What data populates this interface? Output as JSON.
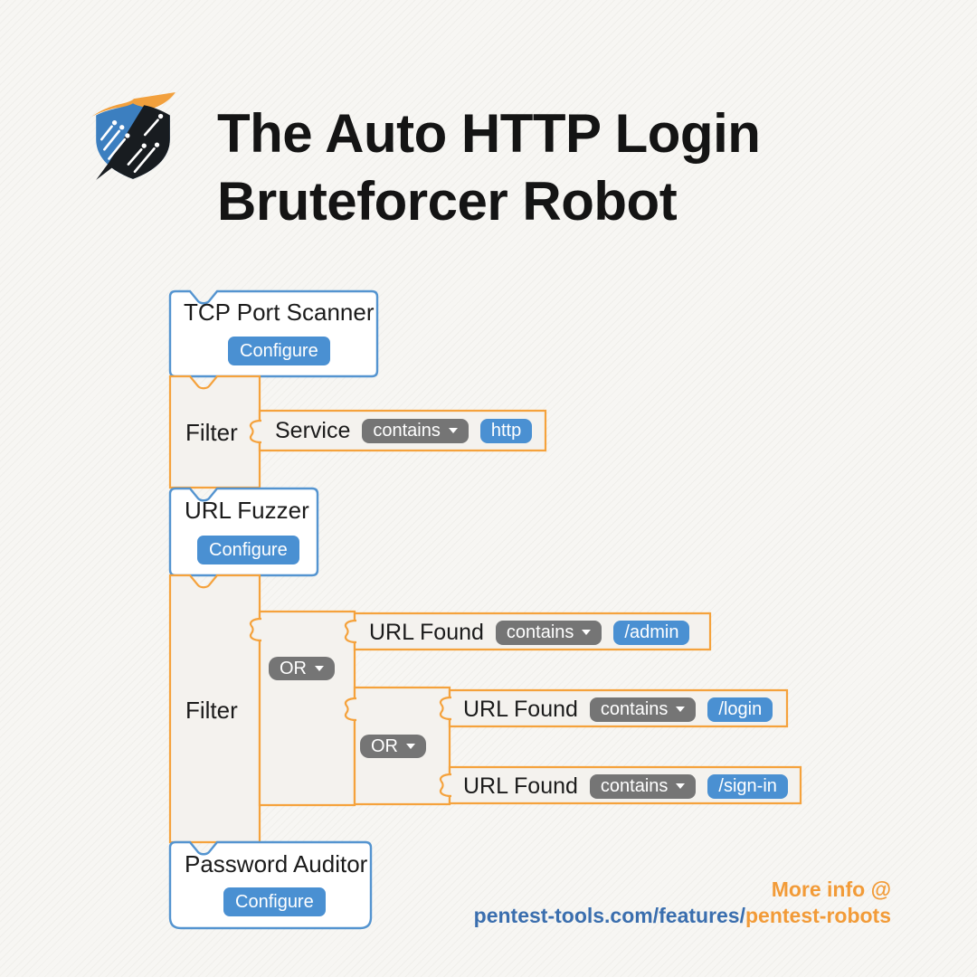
{
  "header": {
    "title_line1": "The Auto HTTP Login",
    "title_line2": "Bruteforcer Robot"
  },
  "diagram": {
    "tcp_scanner": {
      "label": "TCP Port Scanner",
      "configure_label": "Configure"
    },
    "filter1": {
      "label": "Filter",
      "condition": {
        "field": "Service",
        "operator": "contains",
        "value": "http"
      }
    },
    "url_fuzzer": {
      "label": "URL Fuzzer",
      "configure_label": "Configure"
    },
    "filter2": {
      "label": "Filter",
      "or_outer": {
        "operator": "OR"
      },
      "cond_admin": {
        "field": "URL Found",
        "operator": "contains",
        "value": "/admin"
      },
      "or_inner": {
        "operator": "OR"
      },
      "cond_login": {
        "field": "URL Found",
        "operator": "contains",
        "value": "/login"
      },
      "cond_signin": {
        "field": "URL Found",
        "operator": "contains",
        "value": "/sign-in"
      }
    },
    "password_auditor": {
      "label": "Password Auditor",
      "configure_label": "Configure"
    }
  },
  "footer": {
    "more_info": "More info @",
    "url_part_blue": "pentest-tools.com/features/",
    "url_part_orange": "pentest-robots"
  },
  "colors": {
    "accent_orange": "#f5a23c",
    "accent_blue": "#4a90d2",
    "block_border_blue": "#5494d0",
    "chip_gray": "#757575",
    "footer_blue": "#3a6eae",
    "footer_orange": "#f29b38"
  }
}
